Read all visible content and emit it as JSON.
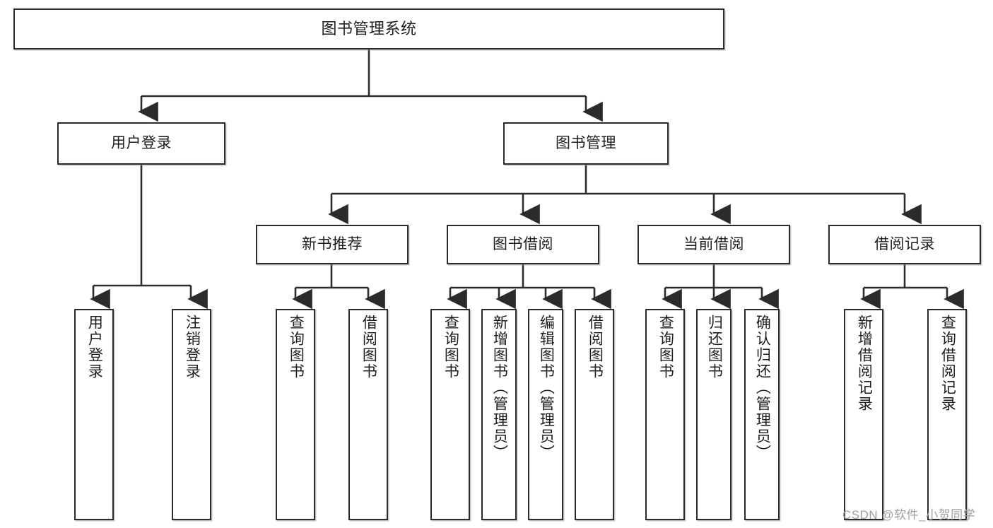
{
  "diagram": {
    "title_node": {
      "label": "图书管理系统"
    },
    "level1": [
      {
        "label": "用户登录"
      },
      {
        "label": "图书管理"
      }
    ],
    "level2": [
      {
        "label": "新书推荐"
      },
      {
        "label": "图书借阅"
      },
      {
        "label": "当前借阅"
      },
      {
        "label": "借阅记录"
      }
    ],
    "leaves": [
      {
        "label": "用户登录"
      },
      {
        "label": "注销登录"
      },
      {
        "label": "查询图书"
      },
      {
        "label": "借阅图书"
      },
      {
        "label": "查询图书"
      },
      {
        "label": "新增图书（管理员）"
      },
      {
        "label": "编辑图书（管理员）"
      },
      {
        "label": "借阅图书"
      },
      {
        "label": "查询图书"
      },
      {
        "label": "归还图书"
      },
      {
        "label": "确认归还（管理员）"
      },
      {
        "label": "新增借阅记录"
      },
      {
        "label": "查询借阅记录"
      }
    ]
  },
  "watermark": {
    "text": "CSDN @软件_小贺同学"
  },
  "colors": {
    "stroke": "#2b2b2b",
    "fill": "#ffffff",
    "text": "#1d1d1d",
    "watermark": "#9e9e9e"
  }
}
